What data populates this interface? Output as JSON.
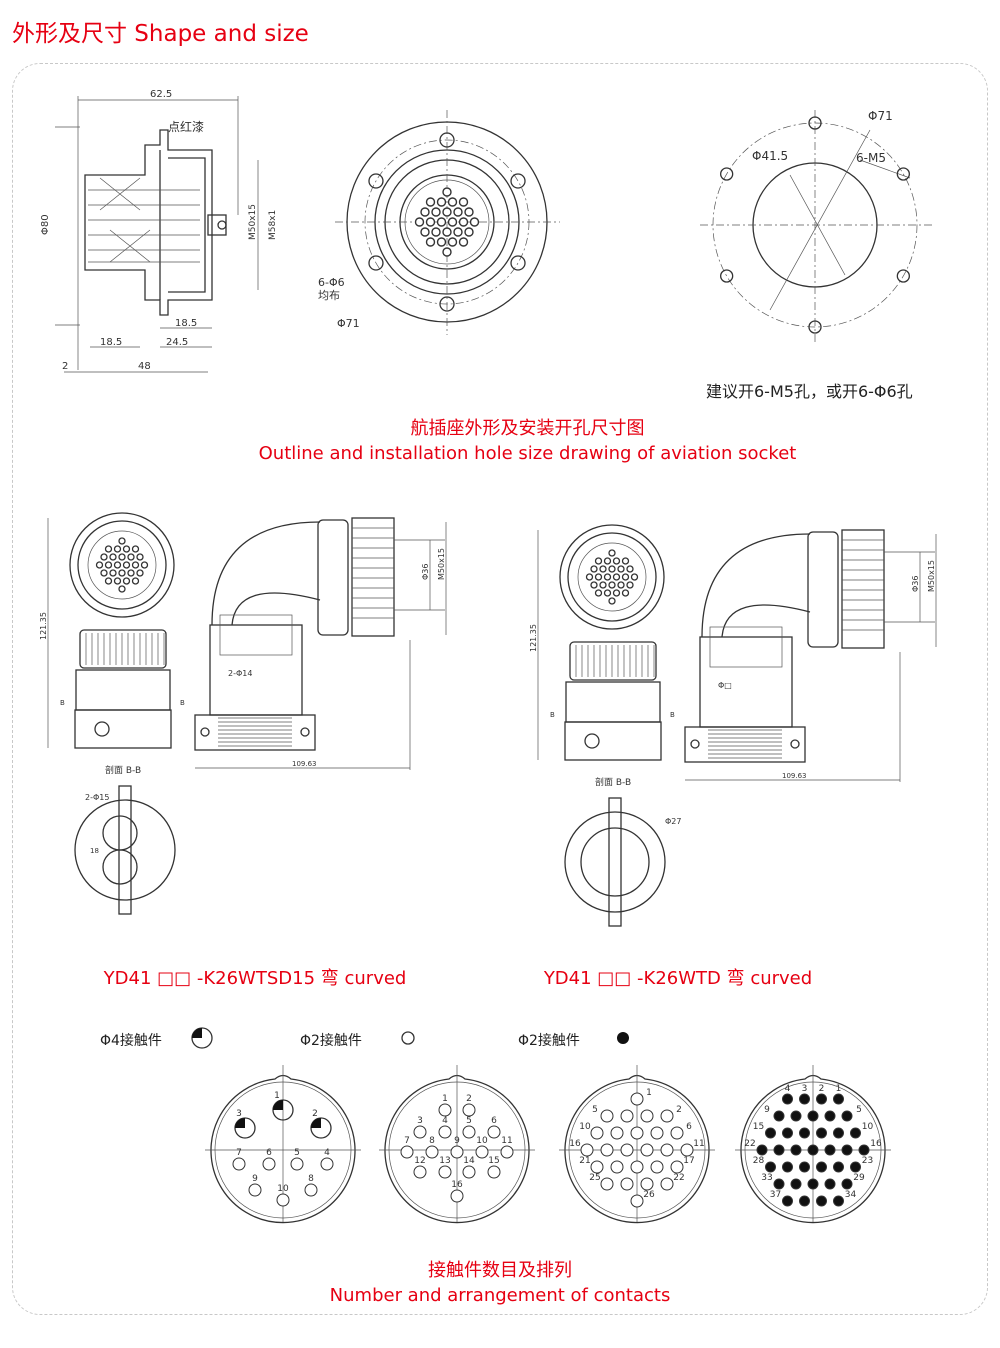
{
  "title": "外形及尺寸 Shape and size",
  "socket": {
    "side_dims": {
      "d1": "62.5",
      "note": "点红漆",
      "d_phi": "Φ80",
      "m1": "M50x15",
      "m2": "M58x1",
      "d2": "18.5",
      "d3": "18.5",
      "d4": "24.5",
      "d5": "2",
      "d6": "48"
    },
    "front_dims": {
      "holes": "6-Φ6",
      "holes2": "均布",
      "pcd": "Φ71"
    },
    "cutout_dims": {
      "pcd": "Φ71",
      "bore": "Φ41.5",
      "thread": "6-M5"
    },
    "cutout_note": "建议开6-M5孔，或开6-Φ6孔",
    "caption_cn": "航插座外形及安装开孔尺寸图",
    "caption_en": "Outline and installation hole size drawing of aviation socket"
  },
  "plugs": [
    {
      "height": "121.35",
      "length": "109.63",
      "d_in": "Φ36",
      "thread": "M50x15",
      "inner": "2-Φ14",
      "section": "剖面 B-B",
      "sec_b": "B",
      "hole": "2-Φ15",
      "sec_dim": "18",
      "caption": "YD41 □□ -K26WTSD15 弯 curved"
    },
    {
      "height": "121.35",
      "length": "109.63",
      "d_in": "Φ36",
      "thread": "M50x15",
      "inner": "Φ□",
      "section": "剖面 B-B",
      "sec_b": "B",
      "hole": "Φ27",
      "sec_dim": "",
      "caption": "YD41 □□ -K26WTD 弯 curved"
    }
  ],
  "legend": [
    {
      "label": "Φ4接触件",
      "icon": "quarter-filled-circle"
    },
    {
      "label": "Φ2接触件",
      "icon": "open-circle"
    },
    {
      "label": "Φ2接触件",
      "icon": "filled-circle"
    }
  ],
  "inserts": [
    {
      "name": "10-pin",
      "labels": [
        "1",
        "2",
        "3",
        "4",
        "5",
        "6",
        "7",
        "8",
        "9",
        "10"
      ]
    },
    {
      "name": "16-pin",
      "labels": [
        "1",
        "2",
        "3",
        "4",
        "5",
        "6",
        "7",
        "8",
        "9",
        "10",
        "11",
        "12",
        "13",
        "14",
        "15",
        "16"
      ]
    },
    {
      "name": "26-pin",
      "rows": [
        1,
        4,
        5,
        6,
        5,
        4,
        1
      ]
    },
    {
      "name": "37-pin",
      "rows": [
        4,
        5,
        6,
        7,
        6,
        5,
        4
      ]
    }
  ],
  "contacts_caption_cn": "接触件数目及排列",
  "contacts_caption_en": "Number and arrangement of contacts"
}
